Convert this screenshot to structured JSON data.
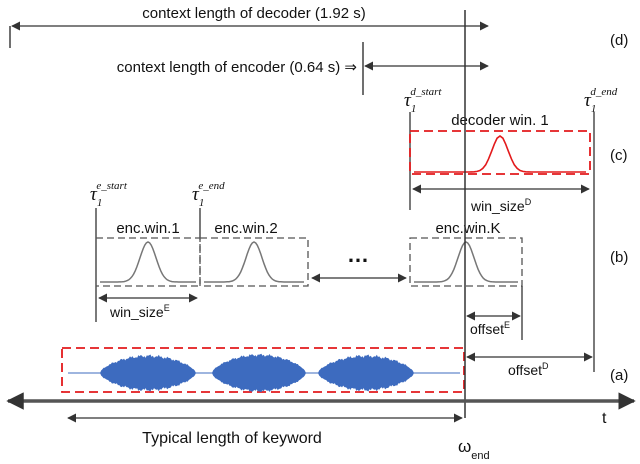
{
  "labels": {
    "context_decoder": "context length of decoder (1.92 s)",
    "context_encoder": "context length of encoder (0.64 s) ⇒",
    "decoder_window": "decoder win. 1",
    "enc_win_1": "enc.win.1",
    "enc_win_2": "enc.win.2",
    "enc_win_k": "enc.win.K",
    "ellipsis": "…",
    "win_size_d": "win_size",
    "win_size_d_sup": "D",
    "win_size_e": "win_size",
    "win_size_e_sup": "E",
    "offset_e": "offset",
    "offset_e_sup": "E",
    "offset_d": "offset",
    "offset_d_sup": "D",
    "typical_length": "Typical length of keyword",
    "omega": "ω",
    "omega_sub": "end",
    "time_axis": "t",
    "tau": "τ",
    "tau_sub": "1",
    "tau_e_start": "e_start",
    "tau_e_end": "e_end",
    "tau_d_start": "d_start",
    "tau_d_end": "d_end"
  },
  "rows": {
    "d": "(d)",
    "c": "(c)",
    "b": "(b)",
    "a": "(a)"
  },
  "colors": {
    "line": "#333333",
    "window_dash": "#555555",
    "gaussian_enc": "#777777",
    "gaussian_dec": "#e31a1c",
    "decoder_box": "#e31a1c",
    "audio_box": "#e31a1c",
    "waveform": "#3d6bbf"
  }
}
